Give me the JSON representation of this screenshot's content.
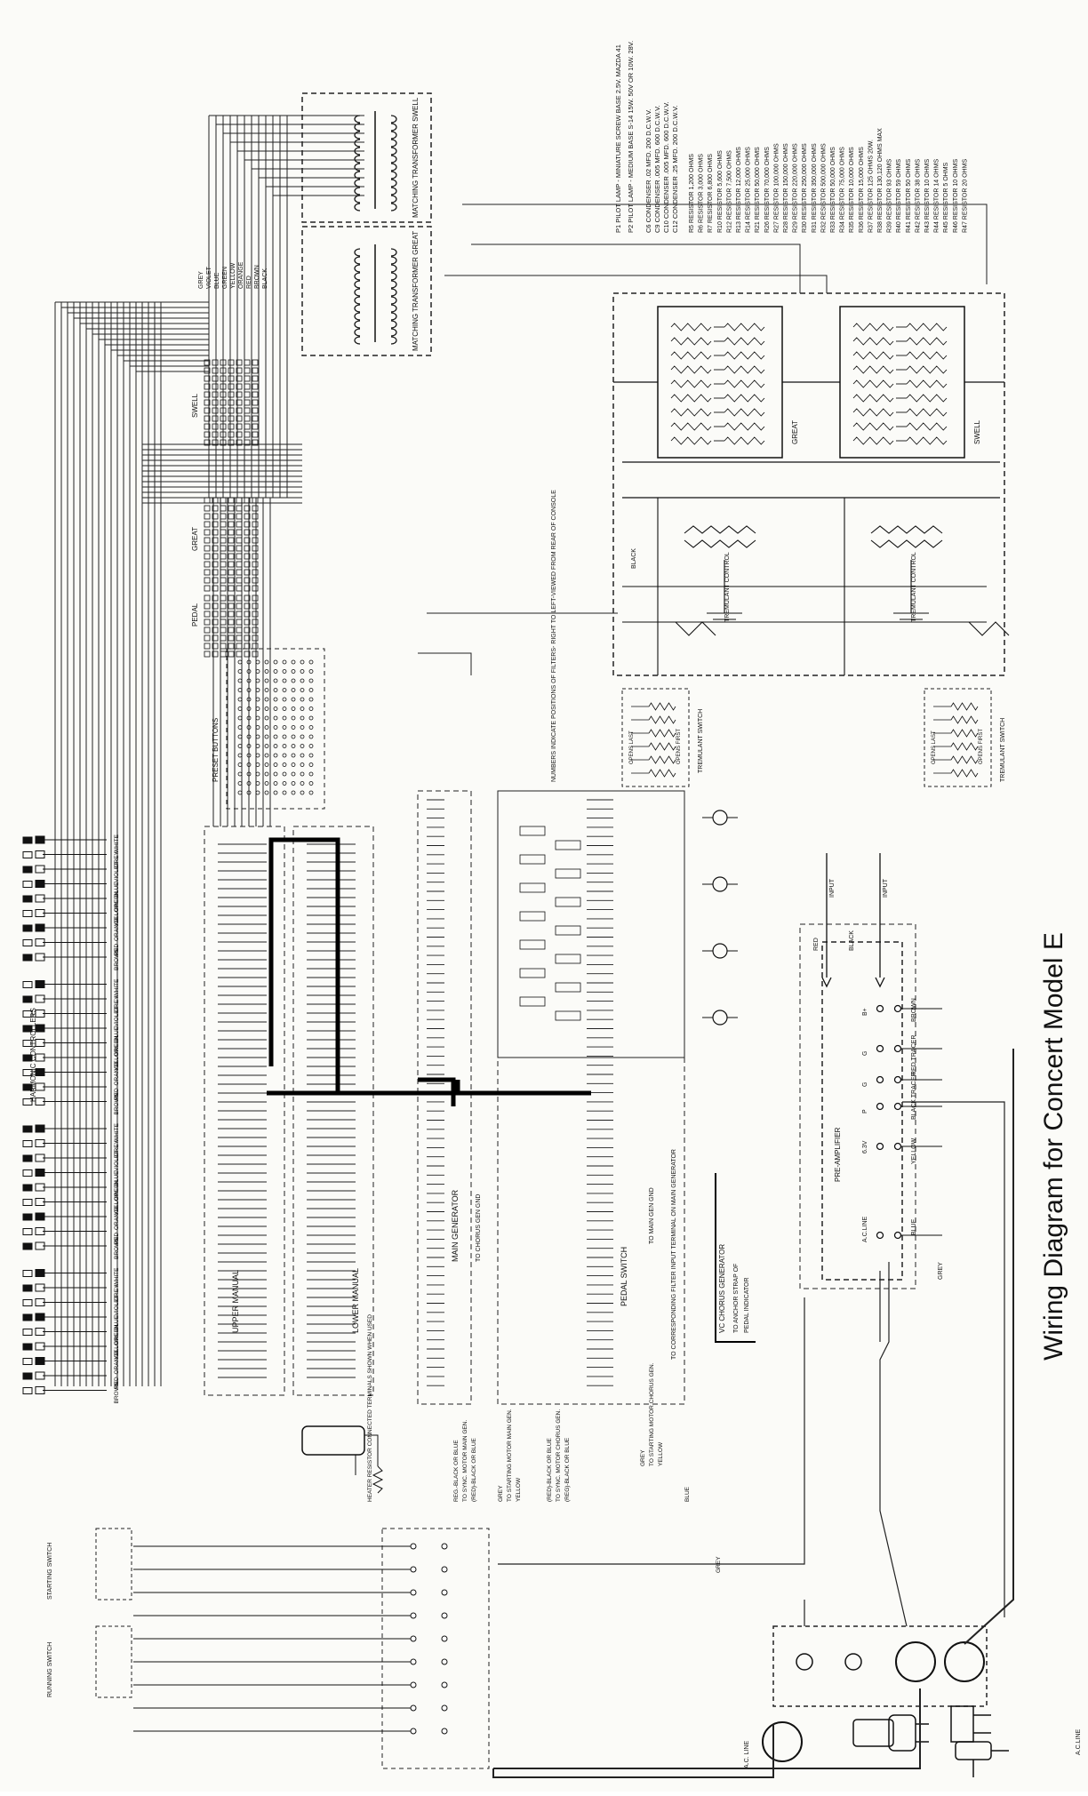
{
  "title": "Wiring Diagram for Concert Model E",
  "sections": {
    "upper_manual": "UPPER MANUAL",
    "lower_manual": "LOWER MANUAL",
    "main_generator": "MAIN GENERATOR",
    "pedal_switch": "PEDAL SWITCH",
    "harmonic_controllers": "HARMONIC CONTROLLERS",
    "preset_buttons": "PRESET BUTTONS",
    "pre_amplifier": "PRE-AMPLIFIER",
    "vc_chorus_generator": "VC CHORUS GENERATOR",
    "pedal_indicator": "PEDAL INDICATOR",
    "tremulant_switch_1": "TREMULANT SWITCH",
    "tremulant_switch_2": "TREMULANT SWITCH",
    "tremulant_control_1": "TREMULANT CONTROL",
    "tremulant_control_2": "TREMULANT CONTROL",
    "great": "GREAT",
    "swell": "SWELL",
    "pedal": "PEDAL",
    "matching_transformer_swell": "MATCHING TRANSFORMER SWELL",
    "matching_transformer_great": "MATCHING TRANSFORMER GREAT",
    "opens_last_1": "OPENS LAST",
    "opens_first_1": "OPENS FIRST",
    "opens_last_2": "OPENS LAST",
    "opens_first_2": "OPENS FIRST",
    "starting_switch": "STARTING SWITCH",
    "running_switch": "RUNNING SWITCH",
    "heater_resistor": "HEATER RESISTOR CONNECTED TERMINALS SHOWN WHEN USED",
    "filter_note": "NUMBERS INDICATE POSITIONS OF FILTERS- RIGHT TO LEFT-VIEWED FROM REAR OF CONSOLE",
    "to_main_gen_gnd": "TO MAIN GEN GND",
    "to_chorus_gen_gnd": "TO CHORUS GEN GND",
    "to_filter_input": "TO CORRESPONDING FILTER INPUT TERMINAL ON MAIN GENERATOR",
    "to_anchor_strap": "TO ANCHOR STRAP OF",
    "ac_line_1": "A.C. LINE",
    "ac_line_2": "A.C. LINE",
    "ac_line_3": "A.C.LINE",
    "reg_black_or_blue_1": "REG.-BLACK OR BLUE",
    "to_sync_motor_main": "TO SYNC. MOTOR MAIN GEN.",
    "red_black_or_blue_1": "(RED)-BLACK OR BLUE",
    "grey_1": "GREY",
    "to_starting_motor_main": "TO STARTING MOTOR MAIN GEN.",
    "yellow_1": "YELLOW",
    "red_black_or_blue_2": "(RED)-BLACK OR BLUE",
    "to_sync_motor_chorus": "TO SYNC. MOTOR CHORUS GEN.",
    "reg_black_or_blue_2": "(REG)-BLACK OR BLUE",
    "grey_2": "GREY",
    "to_starting_motor_chorus": "TO STARTING MOTOR CHORUS GEN.",
    "yellow_2": "YELLOW",
    "blue_wire": "BLUE",
    "grey_wire": "GREY",
    "gnd": "GND.",
    "brown_label": "BROWN",
    "red_tracer": "RED TRACER",
    "black_tracer": "BLACK TRACER",
    "brown_label_2": "BROWN",
    "yellow_label": "YELLOW",
    "blue_label": "BLUE",
    "grey_label": "GREY",
    "input_1": "INPUT",
    "input_2": "INPUT",
    "red_1": "RED",
    "black_1": "BLACK",
    "pre_amp_terms": [
      "B+",
      "G",
      "G",
      "P",
      "6.3V",
      "A.C.LINE"
    ],
    "pilot_notes": [
      "P1 PILOT LAMP - MINIATURE SCREW BASE 2.5V. MAZDA 41",
      "P2 PILOT LAMP - MEDIUM BASE S-14 15W. 50V OR 10W. 28V."
    ],
    "condensers": [
      "C6 CONDENSER .02 MFD. 200 D.C.W.V.",
      "C9 CONDENSER .005 MFD. 600 D.C.W.V.",
      "C10 CONDENSER .005 MFD. 600 D.C.W.V.",
      "C12 CONDENSER .25 MFD. 200 D.C.W.V."
    ],
    "resistors": [
      "R5 RESISTOR 1,200 OHMS",
      "R6 RESISTOR 3,000 OHMS",
      "R7 RESISTOR 6,800 OHMS",
      "R10 RESISTOR 5,600 OHMS",
      "R12 RESISTOR 7,500 OHMS",
      "R13 RESISTOR 12,000 OHMS",
      "R14 RESISTOR 25,000 OHMS",
      "R21 RESISTOR 50,000 OHMS",
      "R26 RESISTOR 70,000 OHMS",
      "R27 RESISTOR 100,000 OHMS",
      "R28 RESISTOR 150,000 OHMS",
      "R29 RESISTOR 220,000 OHMS",
      "R30 RESISTOR 250,000 OHMS",
      "R31 RESISTOR 350,000 OHMS",
      "R32 RESISTOR 500,000 OHMS",
      "R33 RESISTOR 50,000 OHMS",
      "R34 RESISTOR 75,000 OHMS",
      "R35 RESISTOR 10,000 OHMS",
      "R36 RESISTOR 15,000 OHMS",
      "R37 RESISTOR 125 OHMS 20W.",
      "R38 RESISTOR 130,120 OHMS MAX",
      "R39 RESISTOR 93 OHMS",
      "R40 RESISTOR 59 OHMS",
      "R41 RESISTOR 50 OHMS",
      "R42 RESISTOR 38 OHMS",
      "R43 RESISTOR 10 OHMS",
      "R44 RESISTOR 14 OHMS",
      "R45 RESISTOR 5 OHMS",
      "R46 RESISTOR 10 OHMS",
      "R47 RESISTOR 20 OHMS"
    ],
    "wire_colors_right": [
      "WHITE",
      "GREY",
      "VIOLET",
      "BLUE",
      "GREEN",
      "YELLOW",
      "ORANGE",
      "RED",
      "BROWN"
    ],
    "wire_colors_bundle": [
      "GREY",
      "VIOLET",
      "BLUE",
      "GREEN",
      "YELLOW",
      "ORANGE",
      "RED",
      "BROWN",
      "BLACK"
    ]
  }
}
